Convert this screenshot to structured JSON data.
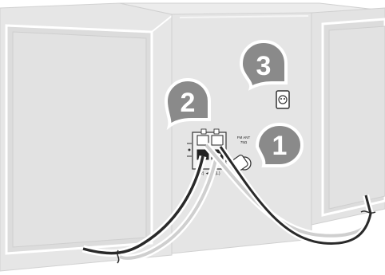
{
  "callouts": [
    {
      "number": "1"
    },
    {
      "number": "2"
    },
    {
      "number": "3"
    }
  ],
  "panel_labels": {
    "fm_ant_line1": "FM ANT",
    "fm_ant_line2": "75Ω",
    "speakers": "(R) ◄ ► (L)"
  },
  "colors": {
    "cabinet_fill": "#e4e4e4",
    "cabinet_edge": "#cfcfcf",
    "outline": "#ffffff",
    "badge": "#8a8a8a",
    "cable_dark": "#2a2a2a",
    "cable_light": "#cfcfcf"
  }
}
